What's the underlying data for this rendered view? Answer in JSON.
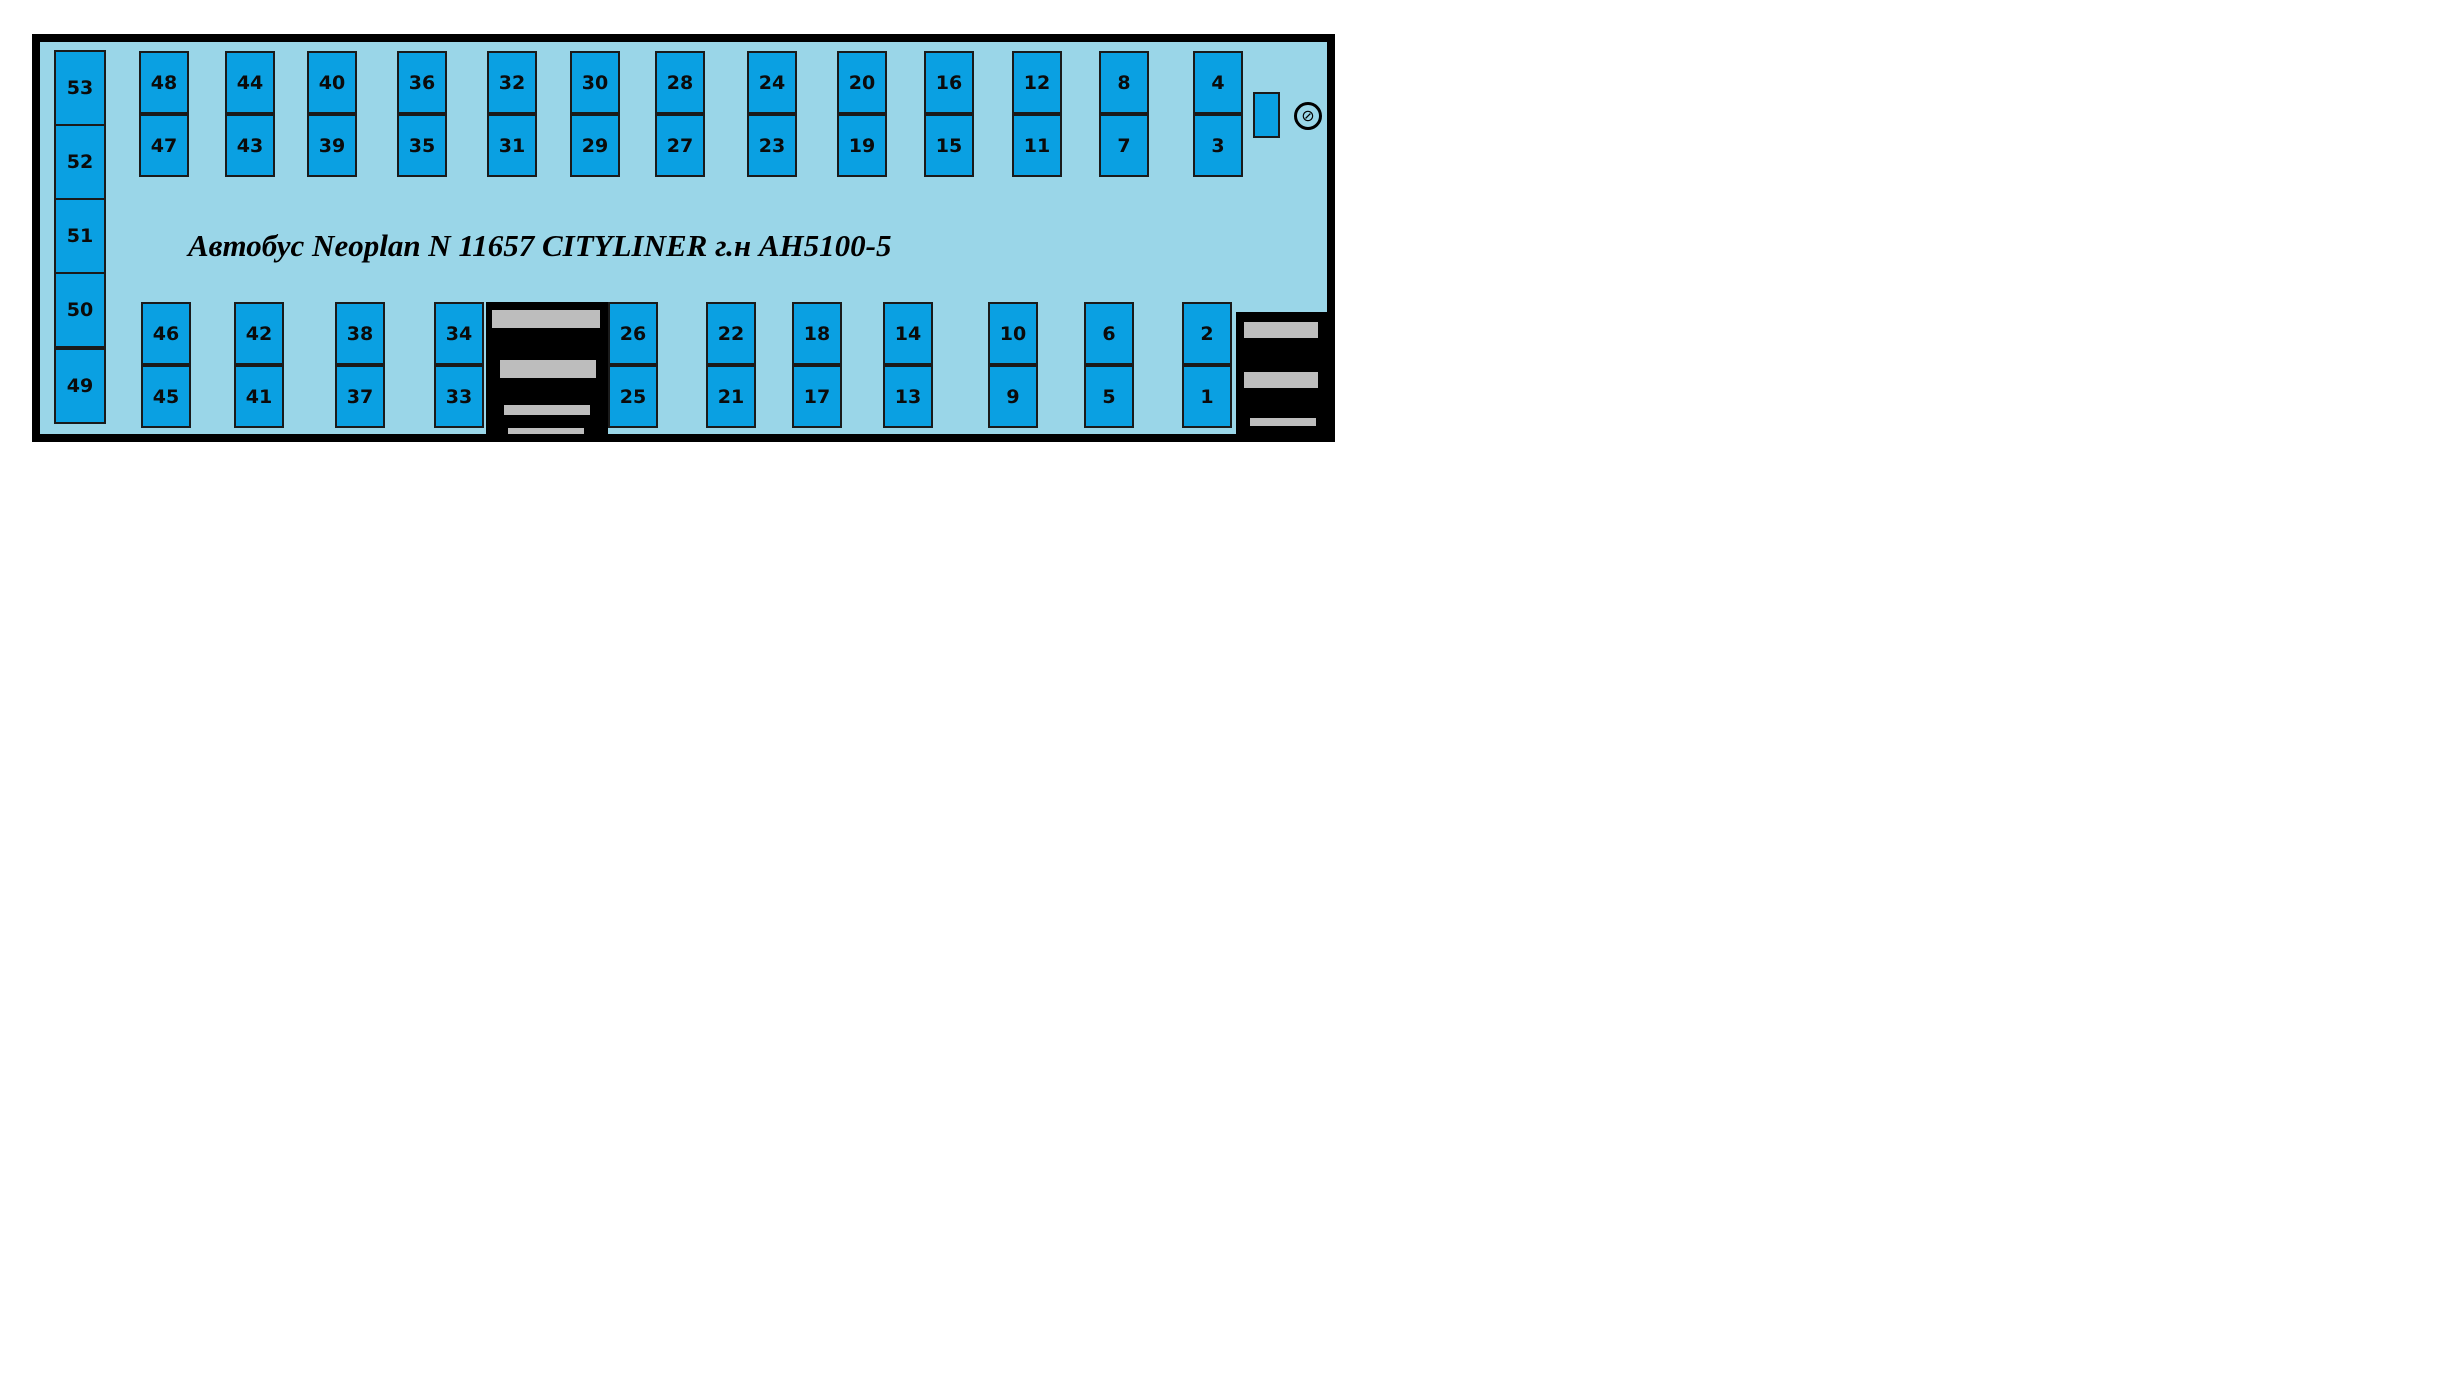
{
  "diagram": {
    "title": "Автобус Neoplan N 11657 CITYLINER г.н АН5100-5",
    "colors": {
      "body": "#9ad6e8",
      "seat": "#0aa0e2",
      "outline": "#000000",
      "step": "#bdbdbd"
    },
    "icons": {
      "steering_wheel": "steering-wheel-icon"
    },
    "back_row": [
      "53",
      "52",
      "51",
      "50",
      "49"
    ],
    "top_pairs": [
      [
        "48",
        "47"
      ],
      [
        "44",
        "43"
      ],
      [
        "40",
        "39"
      ],
      [
        "36",
        "35"
      ],
      [
        "32",
        "31"
      ],
      [
        "30",
        "29"
      ],
      [
        "28",
        "27"
      ],
      [
        "24",
        "23"
      ],
      [
        "20",
        "19"
      ],
      [
        "16",
        "15"
      ],
      [
        "12",
        "11"
      ],
      [
        "8",
        "7"
      ],
      [
        "4",
        "3"
      ]
    ],
    "bottom_pairs": [
      [
        "46",
        "45"
      ],
      [
        "42",
        "41"
      ],
      [
        "38",
        "37"
      ],
      [
        "34",
        "33"
      ],
      [
        "26",
        "25"
      ],
      [
        "22",
        "21"
      ],
      [
        "18",
        "17"
      ],
      [
        "14",
        "13"
      ],
      [
        "10",
        "9"
      ],
      [
        "6",
        "5"
      ],
      [
        "2",
        "1"
      ]
    ]
  }
}
